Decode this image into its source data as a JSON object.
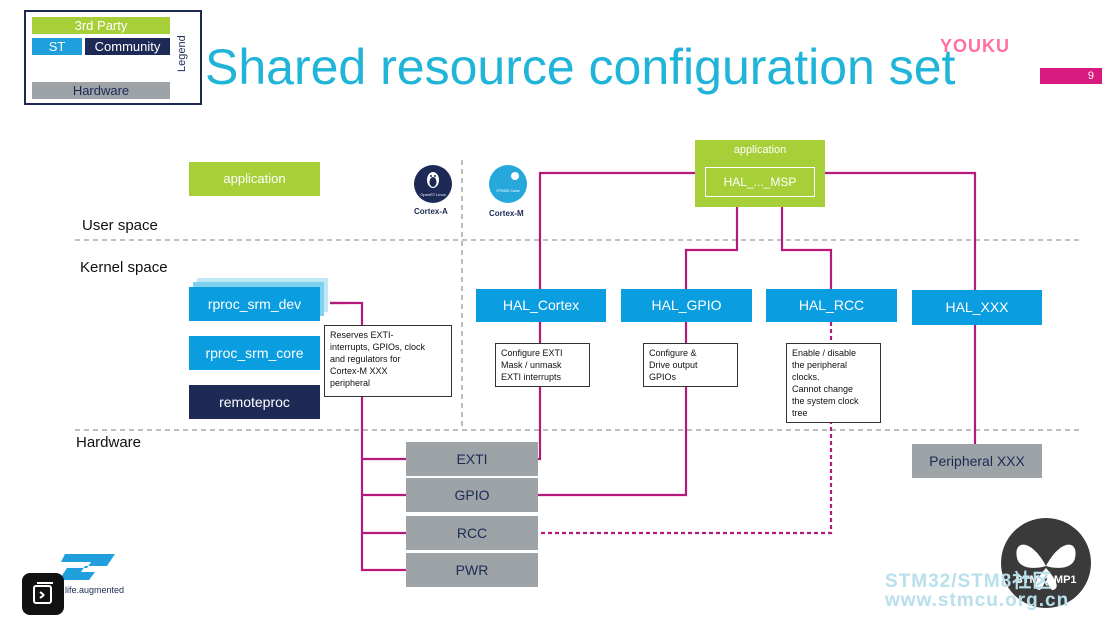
{
  "title": "Shared resource configuration set",
  "page_number": "9",
  "watermark_brand": "YOUKU",
  "legend": {
    "label": "Legend",
    "third_party": "3rd Party",
    "st": "ST",
    "community": "Community",
    "hardware": "Hardware"
  },
  "layers": {
    "user": "User space",
    "kernel": "Kernel space",
    "hardware": "Hardware"
  },
  "icons": {
    "linux_caption": "Cortex-A",
    "linux_inner": "OpenST Linux",
    "cube_caption": "Cortex-M",
    "cube_inner": "STM32 Cube"
  },
  "boxes": {
    "application_left": "application",
    "application_top": "application",
    "hal_msp": "HAL_..._MSP",
    "rproc_srm_dev": "rproc_srm_dev",
    "rproc_srm_core": "rproc_srm_core",
    "remoteproc": "remoteproc",
    "hal_cortex": "HAL_Cortex",
    "hal_gpio": "HAL_GPIO",
    "hal_rcc": "HAL_RCC",
    "hal_xxx": "HAL_XXX",
    "exti": "EXTI",
    "gpio": "GPIO",
    "rcc": "RCC",
    "pwr": "PWR",
    "peripheral_xxx": "Peripheral XXX"
  },
  "notes": {
    "reserves": [
      "Reserves EXTI-",
      "interrupts, GPIOs, clock",
      "and regulators for",
      "Cortex-M XXX",
      "peripheral"
    ],
    "cortex": [
      "Configure EXTI",
      "Mask / unmask",
      "EXTI interrupts"
    ],
    "gpio": [
      "Configure &",
      "Drive output",
      "GPIOs"
    ],
    "rcc": [
      "Enable / disable",
      "the peripheral",
      "clocks.",
      "Cannot change",
      "the system clock",
      "tree"
    ]
  },
  "footer": {
    "st_tagline": "life.augmented",
    "badge": "STM32 MP1",
    "wm_line1": "STM32/STM8社区",
    "wm_line2": "www.stmcu.org.cn"
  },
  "colors": {
    "title": "#1fb4d8",
    "green": "#a7cf38",
    "blue": "#0a9ee0",
    "navy": "#1c2a55",
    "gray": "#9ea3a7",
    "connector": "#b5197a",
    "accent": "#d8197d"
  }
}
